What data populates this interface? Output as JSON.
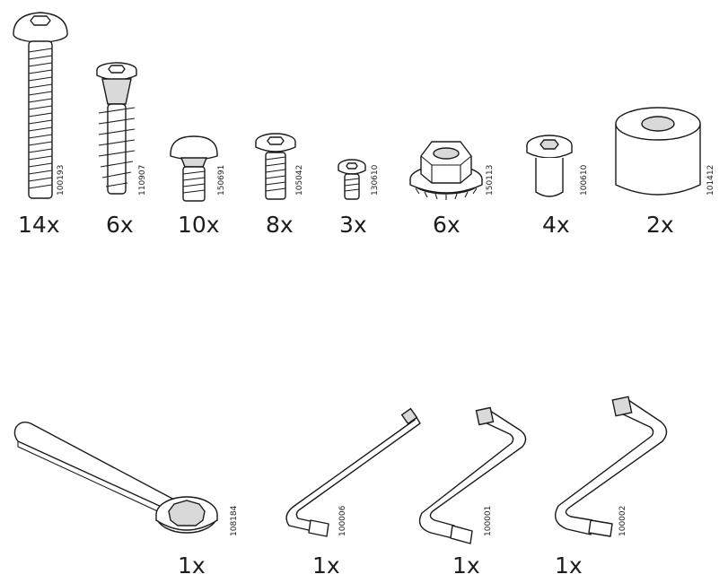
{
  "hardware": [
    {
      "id": "bolt-long",
      "code": "100193",
      "quantity": "14x"
    },
    {
      "id": "cam-dowel",
      "code": "110907",
      "quantity": "6x"
    },
    {
      "id": "bolt-short-wide",
      "code": "150691",
      "quantity": "10x"
    },
    {
      "id": "bolt-medium",
      "code": "105042",
      "quantity": "8x"
    },
    {
      "id": "bolt-small",
      "code": "130610",
      "quantity": "3x"
    },
    {
      "id": "flange-nut",
      "code": "150113",
      "quantity": "6x"
    },
    {
      "id": "barrel-nut",
      "code": "100610",
      "quantity": "4x"
    },
    {
      "id": "spacer-sleeve",
      "code": "101412",
      "quantity": "2x"
    }
  ],
  "tools": [
    {
      "id": "ring-wrench",
      "code": "108184",
      "quantity": "1x"
    },
    {
      "id": "allen-key-long",
      "code": "100006",
      "quantity": "1x"
    },
    {
      "id": "allen-key-medium",
      "code": "100001",
      "quantity": "1x"
    },
    {
      "id": "allen-key-large",
      "code": "100002",
      "quantity": "1x"
    }
  ]
}
